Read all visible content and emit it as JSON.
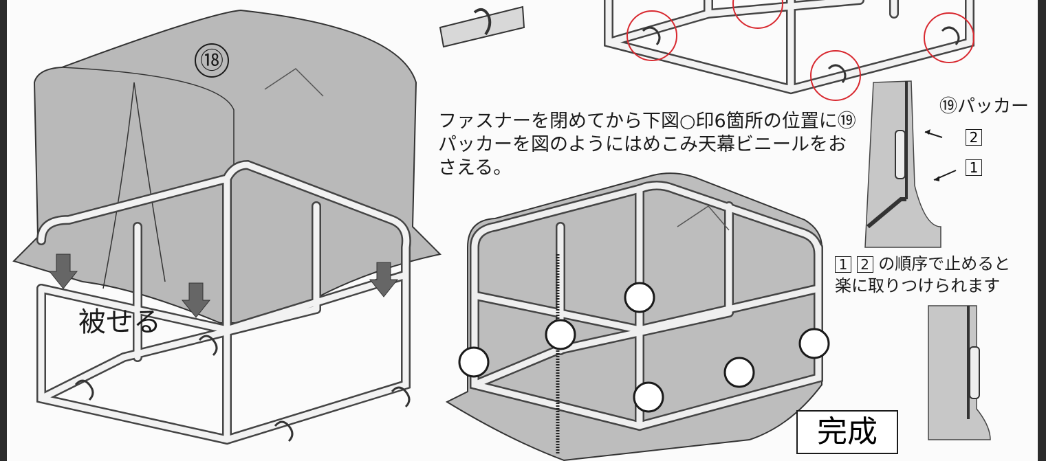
{
  "part_number_tent": "⑱",
  "instruction_text": "ファスナーを閉めてから下図○印6箇所の位置に⑲パッカーを図のようにはめこみ天幕ビニールをおさえる。",
  "cover_label": "被せる",
  "packer_label": "⑲パッカー",
  "step_labels": [
    "2",
    "1"
  ],
  "tip_step_1": "1",
  "tip_step_2": "2",
  "tip_text_line1": "の順序で止めると",
  "tip_text_line2": "楽に取りつけられます",
  "complete_label": "完成"
}
